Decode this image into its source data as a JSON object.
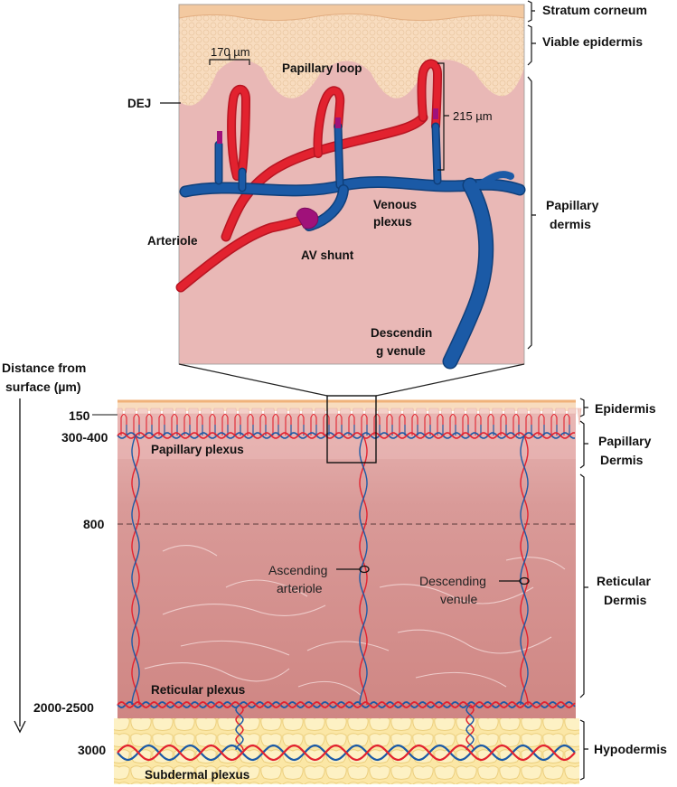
{
  "inset": {
    "callouts": {
      "width_170": "170 µm",
      "papillary_loop": "Papillary loop",
      "dej": "DEJ",
      "height_215": "215 µm",
      "venous_plexus_1": "Venous",
      "venous_plexus_2": "plexus",
      "arteriole": "Arteriole",
      "av_shunt": "AV shunt",
      "descending_venule_1": "Descendin",
      "descending_venule_2": "g venule"
    },
    "layer_labels": {
      "stratum_corneum": "Stratum corneum",
      "viable_epidermis": "Viable epidermis",
      "papillary_dermis_1": "Papillary",
      "papillary_dermis_2": "dermis"
    }
  },
  "cross_section": {
    "axis_title_1": "Distance from",
    "axis_title_2": "surface (µm)",
    "depth_ticks": [
      "150",
      "300-400",
      "800",
      "2000-2500",
      "3000"
    ],
    "plexus_labels": {
      "papillary": "Papillary plexus",
      "reticular": "Reticular plexus",
      "subdermal": "Subdermal plexus"
    },
    "vessel_labels": {
      "ascending_1": "Ascending",
      "ascending_2": "arteriole",
      "descending_1": "Descending",
      "descending_2": "venule"
    },
    "layer_labels": {
      "epidermis": "Epidermis",
      "papillary_dermis_1": "Papillary",
      "papillary_dermis_2": "Dermis",
      "reticular_dermis_1": "Reticular",
      "reticular_dermis_2": "Dermis",
      "hypodermis": "Hypodermis"
    }
  },
  "colors": {
    "artery_red": "#e2222f",
    "vein_blue": "#1b5aa6",
    "shunt_magenta": "#a0117a",
    "dermis_pink": "#e9b8b6",
    "reticular_pink": "#d48a88",
    "epidermis_peach": "#f8dcbf",
    "hypodermis_yellow": "#fbe7a6"
  }
}
